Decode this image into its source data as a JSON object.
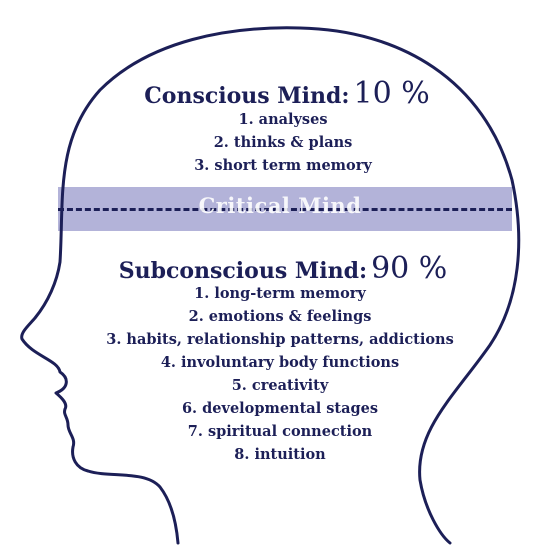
{
  "conscious": {
    "title": "Conscious Mind:",
    "percent": "10 %",
    "items": [
      "1. analyses",
      "2. thinks & plans",
      "3. short term memory"
    ]
  },
  "critical": {
    "label": "Critical Mind"
  },
  "subconscious": {
    "title": "Subconscious Mind:",
    "percent": "90 %",
    "items": [
      "1. long-term memory",
      "2. emotions & feelings",
      "3. habits, relationship patterns, addictions",
      "4. involuntary body functions",
      "5. creativity",
      "6. developmental stages",
      "7. spiritual connection",
      "8. intuition"
    ]
  },
  "colors": {
    "ink": "#1c1f57",
    "band": "#b3b3d9",
    "background": "#ffffff"
  }
}
